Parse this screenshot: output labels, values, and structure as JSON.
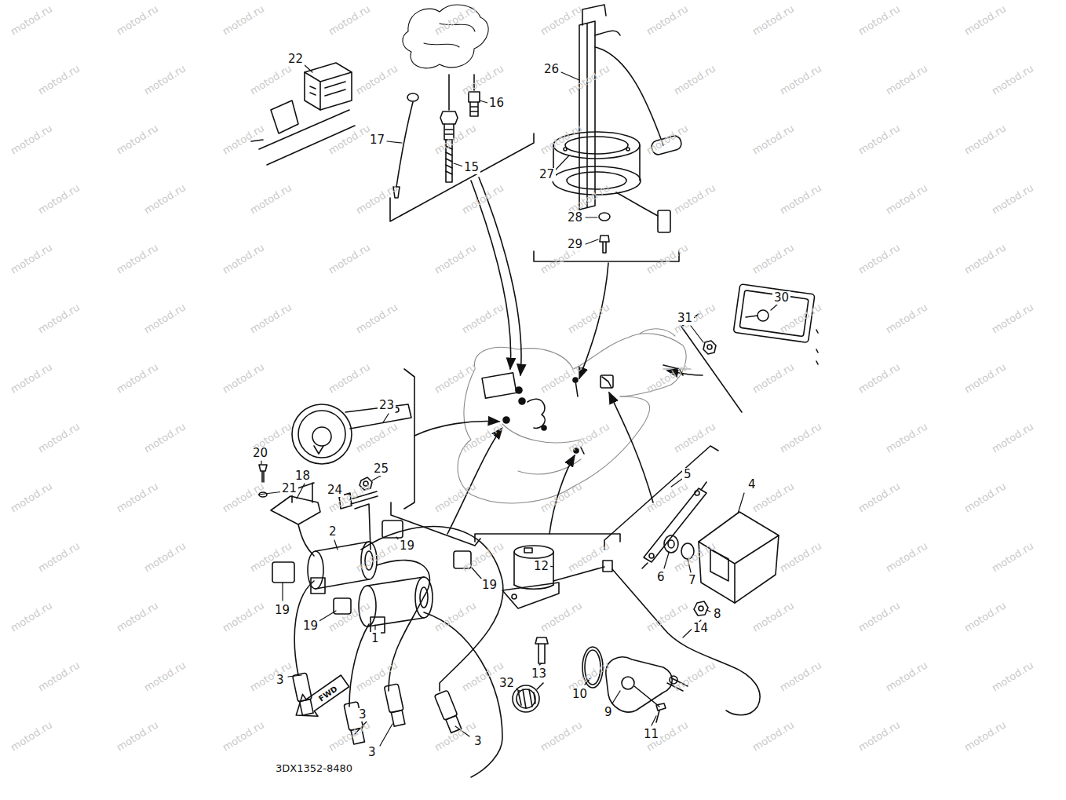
{
  "diagram": {
    "labels": [
      "22",
      "16",
      "17",
      "15",
      "26",
      "27",
      "28",
      "29",
      "30",
      "31",
      "23",
      "20",
      "21",
      "18",
      "25",
      "24",
      "2",
      "19",
      "19",
      "19",
      "19",
      "5",
      "4",
      "12",
      "6",
      "7",
      "8",
      "3",
      "1",
      "13",
      "14",
      "10",
      "9",
      "11",
      "32",
      "3",
      "3",
      "3",
      "FWD",
      "3DX1352-8480",
      "motod.ru",
      "motod.ru",
      "motod.ru",
      "motod.ru",
      "motod.ru",
      "motod.ru",
      "motod.ru",
      "motod.ru",
      "motod.ru",
      "motod.ru",
      "motod.ru",
      "motod.ru",
      "motod.ru",
      "motod.ru",
      "motod.ru",
      "motod.ru",
      "motod.ru",
      "motod.ru",
      "motod.ru",
      "motod.ru",
      "motod.ru",
      "motod.ru",
      "motod.ru",
      "motod.ru",
      "motod.ru",
      "motod.ru",
      "motod.ru",
      "motod.ru",
      "motod.ru",
      "motod.ru",
      "motod.ru",
      "motod.ru",
      "motod.ru",
      "motod.ru",
      "motod.ru",
      "motod.ru",
      "motod.ru",
      "motod.ru",
      "motod.ru",
      "motod.ru",
      "motod.ru",
      "motod.ru",
      "motod.ru",
      "motod.ru",
      "motod.ru",
      "motod.ru",
      "motod.ru",
      "motod.ru",
      "motod.ru",
      "motod.ru",
      "motod.ru",
      "motod.ru",
      "motod.ru",
      "motod.ru",
      "motod.ru",
      "motod.ru",
      "motod.ru",
      "motod.ru",
      "motod.ru",
      "motod.ru",
      "motod.ru",
      "motod.ru",
      "motod.ru",
      "motod.ru",
      "motod.ru",
      "motod.ru",
      "motod.ru",
      "motod.ru",
      "motod.ru",
      "motod.ru",
      "motod.ru",
      "motod.ru",
      "motod.ru",
      "motod.ru",
      "motod.ru",
      "motod.ru",
      "motod.ru",
      "motod.ru",
      "motod.ru",
      "motod.ru",
      "motod.ru",
      "motod.ru",
      "motod.ru",
      "motod.ru",
      "motod.ru",
      "motod.ru",
      "motod.ru",
      "motod.ru",
      "motod.ru",
      "motod.ru",
      "motod.ru",
      "motod.ru",
      "motod.ru",
      "motod.ru",
      "motod.ru",
      "motod.ru",
      "motod.ru",
      "motod.ru",
      "motod.ru",
      "motod.ru",
      "motod.ru",
      "motod.ru",
      "motod.ru",
      "motod.ru",
      "motod.ru",
      "motod.ru",
      "motod.ru",
      "motod.ru",
      "motod.ru",
      "motod.ru",
      "motod.ru",
      "motod.ru",
      "motod.ru",
      "motod.ru",
      "motod.ru",
      "motod.ru",
      "motod.ru",
      "motod.ru",
      "motod.ru",
      "motod.ru",
      "motod.ru",
      "motod.ru",
      "motod.ru",
      "motod.ru",
      "motod.ru",
      "motod.ru",
      "motod.ru",
      "motod.ru",
      "motod.ru",
      "motod.ru"
    ]
  }
}
